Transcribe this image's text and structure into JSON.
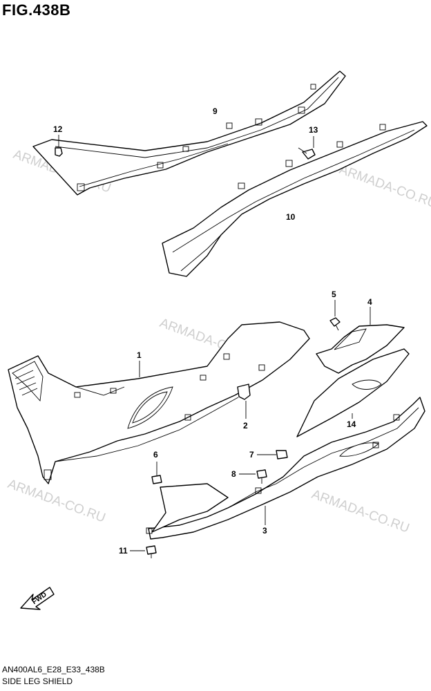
{
  "figure": {
    "title": "FIG.438B",
    "code": "AN400AL6_E28_E33_438B",
    "subtitle": "SIDE LEG SHIELD"
  },
  "watermark": "ARMADA-CO.RU",
  "fwd_label": "FWD",
  "callouts": {
    "c1": "1",
    "c2": "2",
    "c3": "3",
    "c4": "4",
    "c5": "5",
    "c6": "6",
    "c7": "7",
    "c8": "8",
    "c9": "9",
    "c10": "10",
    "c11": "11",
    "c12": "12",
    "c13": "13",
    "c14": "14"
  }
}
